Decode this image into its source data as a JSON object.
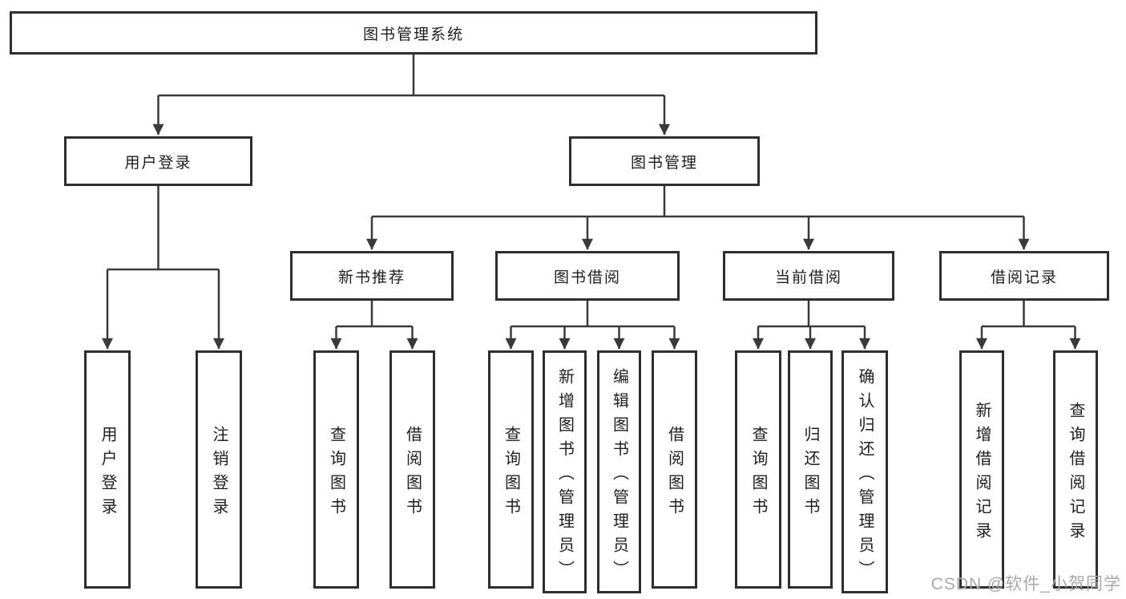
{
  "colors": {
    "background": "#ffffff",
    "line": "#3a3a3a",
    "box_border": "#2e2e2e",
    "text": "#1e1e1e",
    "watermark": "#a9a9a9"
  },
  "watermark": {
    "text": "CSDN @软件_小贺同学"
  },
  "tree": {
    "root": {
      "label": "图书管理系统"
    },
    "branches": [
      {
        "label": "用户登录",
        "leaves": [
          "用户登录",
          "注销登录"
        ]
      },
      {
        "label": "图书管理",
        "groups": [
          {
            "label": "新书推荐",
            "leaves": [
              "查询图书",
              "借阅图书"
            ]
          },
          {
            "label": "图书借阅",
            "leaves": [
              "查询图书",
              "新增图书（管理员）",
              "编辑图书（管理员）",
              "借阅图书"
            ]
          },
          {
            "label": "当前借阅",
            "leaves": [
              "查询图书",
              "归还图书",
              "确认归还（管理员）"
            ]
          },
          {
            "label": "借阅记录",
            "leaves": [
              "新增借阅记录",
              "查询借阅记录"
            ]
          }
        ]
      }
    ]
  }
}
